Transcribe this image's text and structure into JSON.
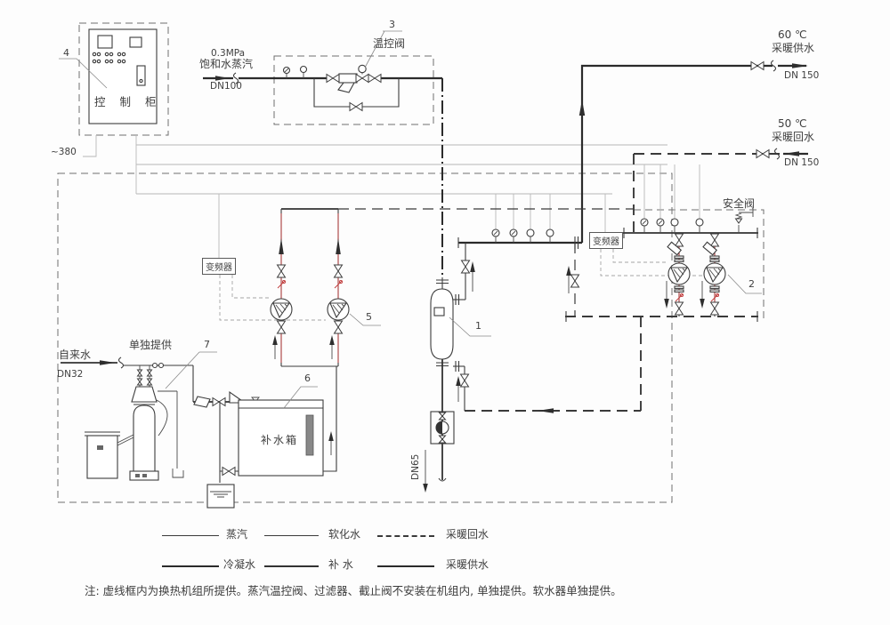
{
  "labels": {
    "steam_pressure": "0.3MPa",
    "steam_medium": "饱和水蒸汽",
    "steam_dn": "DN100",
    "supply_temp": "60 ℃",
    "supply_name": "采暖供水",
    "supply_dn": "DN 150",
    "return_temp": "50 ℃",
    "return_name": "采暖回水",
    "return_dn": "DN 150",
    "tap_name": "自来水",
    "tap_dn": "DN32",
    "separate_supply": "单独提供",
    "control_cabinet": "控 制 柜",
    "power": "~380",
    "temp_control_valve": "温控阀",
    "safety_valve": "安全阀",
    "vfd_left": "变频器",
    "vfd_right": "变频器",
    "makeup_tank": "补水箱",
    "drain_dn": "DN65"
  },
  "callouts": {
    "c1": "1",
    "c2": "2",
    "c3": "3",
    "c4": "4",
    "c5": "5",
    "c6": "6",
    "c7": "7"
  },
  "legend": {
    "items": [
      {
        "label": "蒸汽",
        "style": "solid-thin"
      },
      {
        "label": "软化水",
        "style": "solid-thin"
      },
      {
        "label": "采暖回水",
        "style": "dashed"
      },
      {
        "label": "冷凝水",
        "style": "solid-thick"
      },
      {
        "label": "补 水",
        "style": "solid-medium"
      },
      {
        "label": "采暖供水",
        "style": "solid-thick"
      }
    ]
  },
  "note": "注: 虚线框内为换热机组所提供。蒸汽温控阀、过滤器、截止阀不安装在机组内, 单独提供。软水器单独提供。",
  "colors": {
    "line": "#3c3c3c",
    "red": "#c03a3a",
    "wire": "#b8b8b8",
    "boundary": "#6f6f6f"
  }
}
